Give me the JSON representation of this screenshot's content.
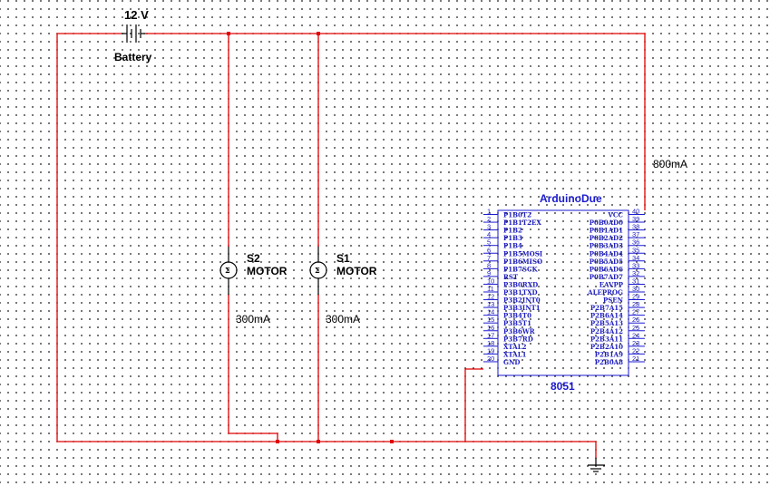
{
  "colors": {
    "wire": "#e00000",
    "component": "#000000",
    "ic": "#1a1ad0"
  },
  "battery": {
    "value": "12 V",
    "label": "Battery"
  },
  "motors": [
    {
      "ref": "S2",
      "type": "MOTOR",
      "current": "300mA"
    },
    {
      "ref": "S1",
      "type": "MOTOR",
      "current": "300mA"
    }
  ],
  "supply_current": "800mA",
  "ic": {
    "name": "ArduinoDue",
    "part": "8051",
    "left_pins": [
      {
        "num": "1",
        "name": "P1B0T2"
      },
      {
        "num": "2",
        "name": "P1B1T2EX"
      },
      {
        "num": "3",
        "name": "P1B2"
      },
      {
        "num": "4",
        "name": "P1B3"
      },
      {
        "num": "5",
        "name": "P1B4"
      },
      {
        "num": "6",
        "name": "P1B5MOSI"
      },
      {
        "num": "7",
        "name": "P1B6MISO"
      },
      {
        "num": "8",
        "name": "P1B7SCK"
      },
      {
        "num": "9",
        "name": "RST"
      },
      {
        "num": "10",
        "name": "P3B0RXD"
      },
      {
        "num": "11",
        "name": "P3B1TXD"
      },
      {
        "num": "12",
        "name": "P3B2INT0"
      },
      {
        "num": "13",
        "name": "P3B3INT1"
      },
      {
        "num": "14",
        "name": "P3B4T0"
      },
      {
        "num": "15",
        "name": "P3B5T1"
      },
      {
        "num": "16",
        "name": "P3B6WR"
      },
      {
        "num": "17",
        "name": "P3B7RD"
      },
      {
        "num": "18",
        "name": "XTAL2"
      },
      {
        "num": "19",
        "name": "XTAL1"
      },
      {
        "num": "20",
        "name": "GND"
      }
    ],
    "right_pins": [
      {
        "num": "40",
        "name": "VCC"
      },
      {
        "num": "39",
        "name": "P0B0AD0"
      },
      {
        "num": "38",
        "name": "P0B1AD1"
      },
      {
        "num": "37",
        "name": "P0B2AD2"
      },
      {
        "num": "36",
        "name": "P0B3AD3"
      },
      {
        "num": "35",
        "name": "P0B4AD4"
      },
      {
        "num": "34",
        "name": "P0B5AD5"
      },
      {
        "num": "33",
        "name": "P0B6AD6"
      },
      {
        "num": "32",
        "name": "P0B7AD7"
      },
      {
        "num": "31",
        "name": "EAVPP"
      },
      {
        "num": "30",
        "name": "ALEPROG"
      },
      {
        "num": "29",
        "name": "PSEN"
      },
      {
        "num": "28",
        "name": "P2B7A15"
      },
      {
        "num": "27",
        "name": "P2B6A14"
      },
      {
        "num": "26",
        "name": "P2B5A13"
      },
      {
        "num": "25",
        "name": "P2B4A12"
      },
      {
        "num": "24",
        "name": "P2B3A11"
      },
      {
        "num": "23",
        "name": "P2B2A10"
      },
      {
        "num": "22",
        "name": "P2B1A9"
      },
      {
        "num": "21",
        "name": "P2B0A8"
      }
    ]
  }
}
